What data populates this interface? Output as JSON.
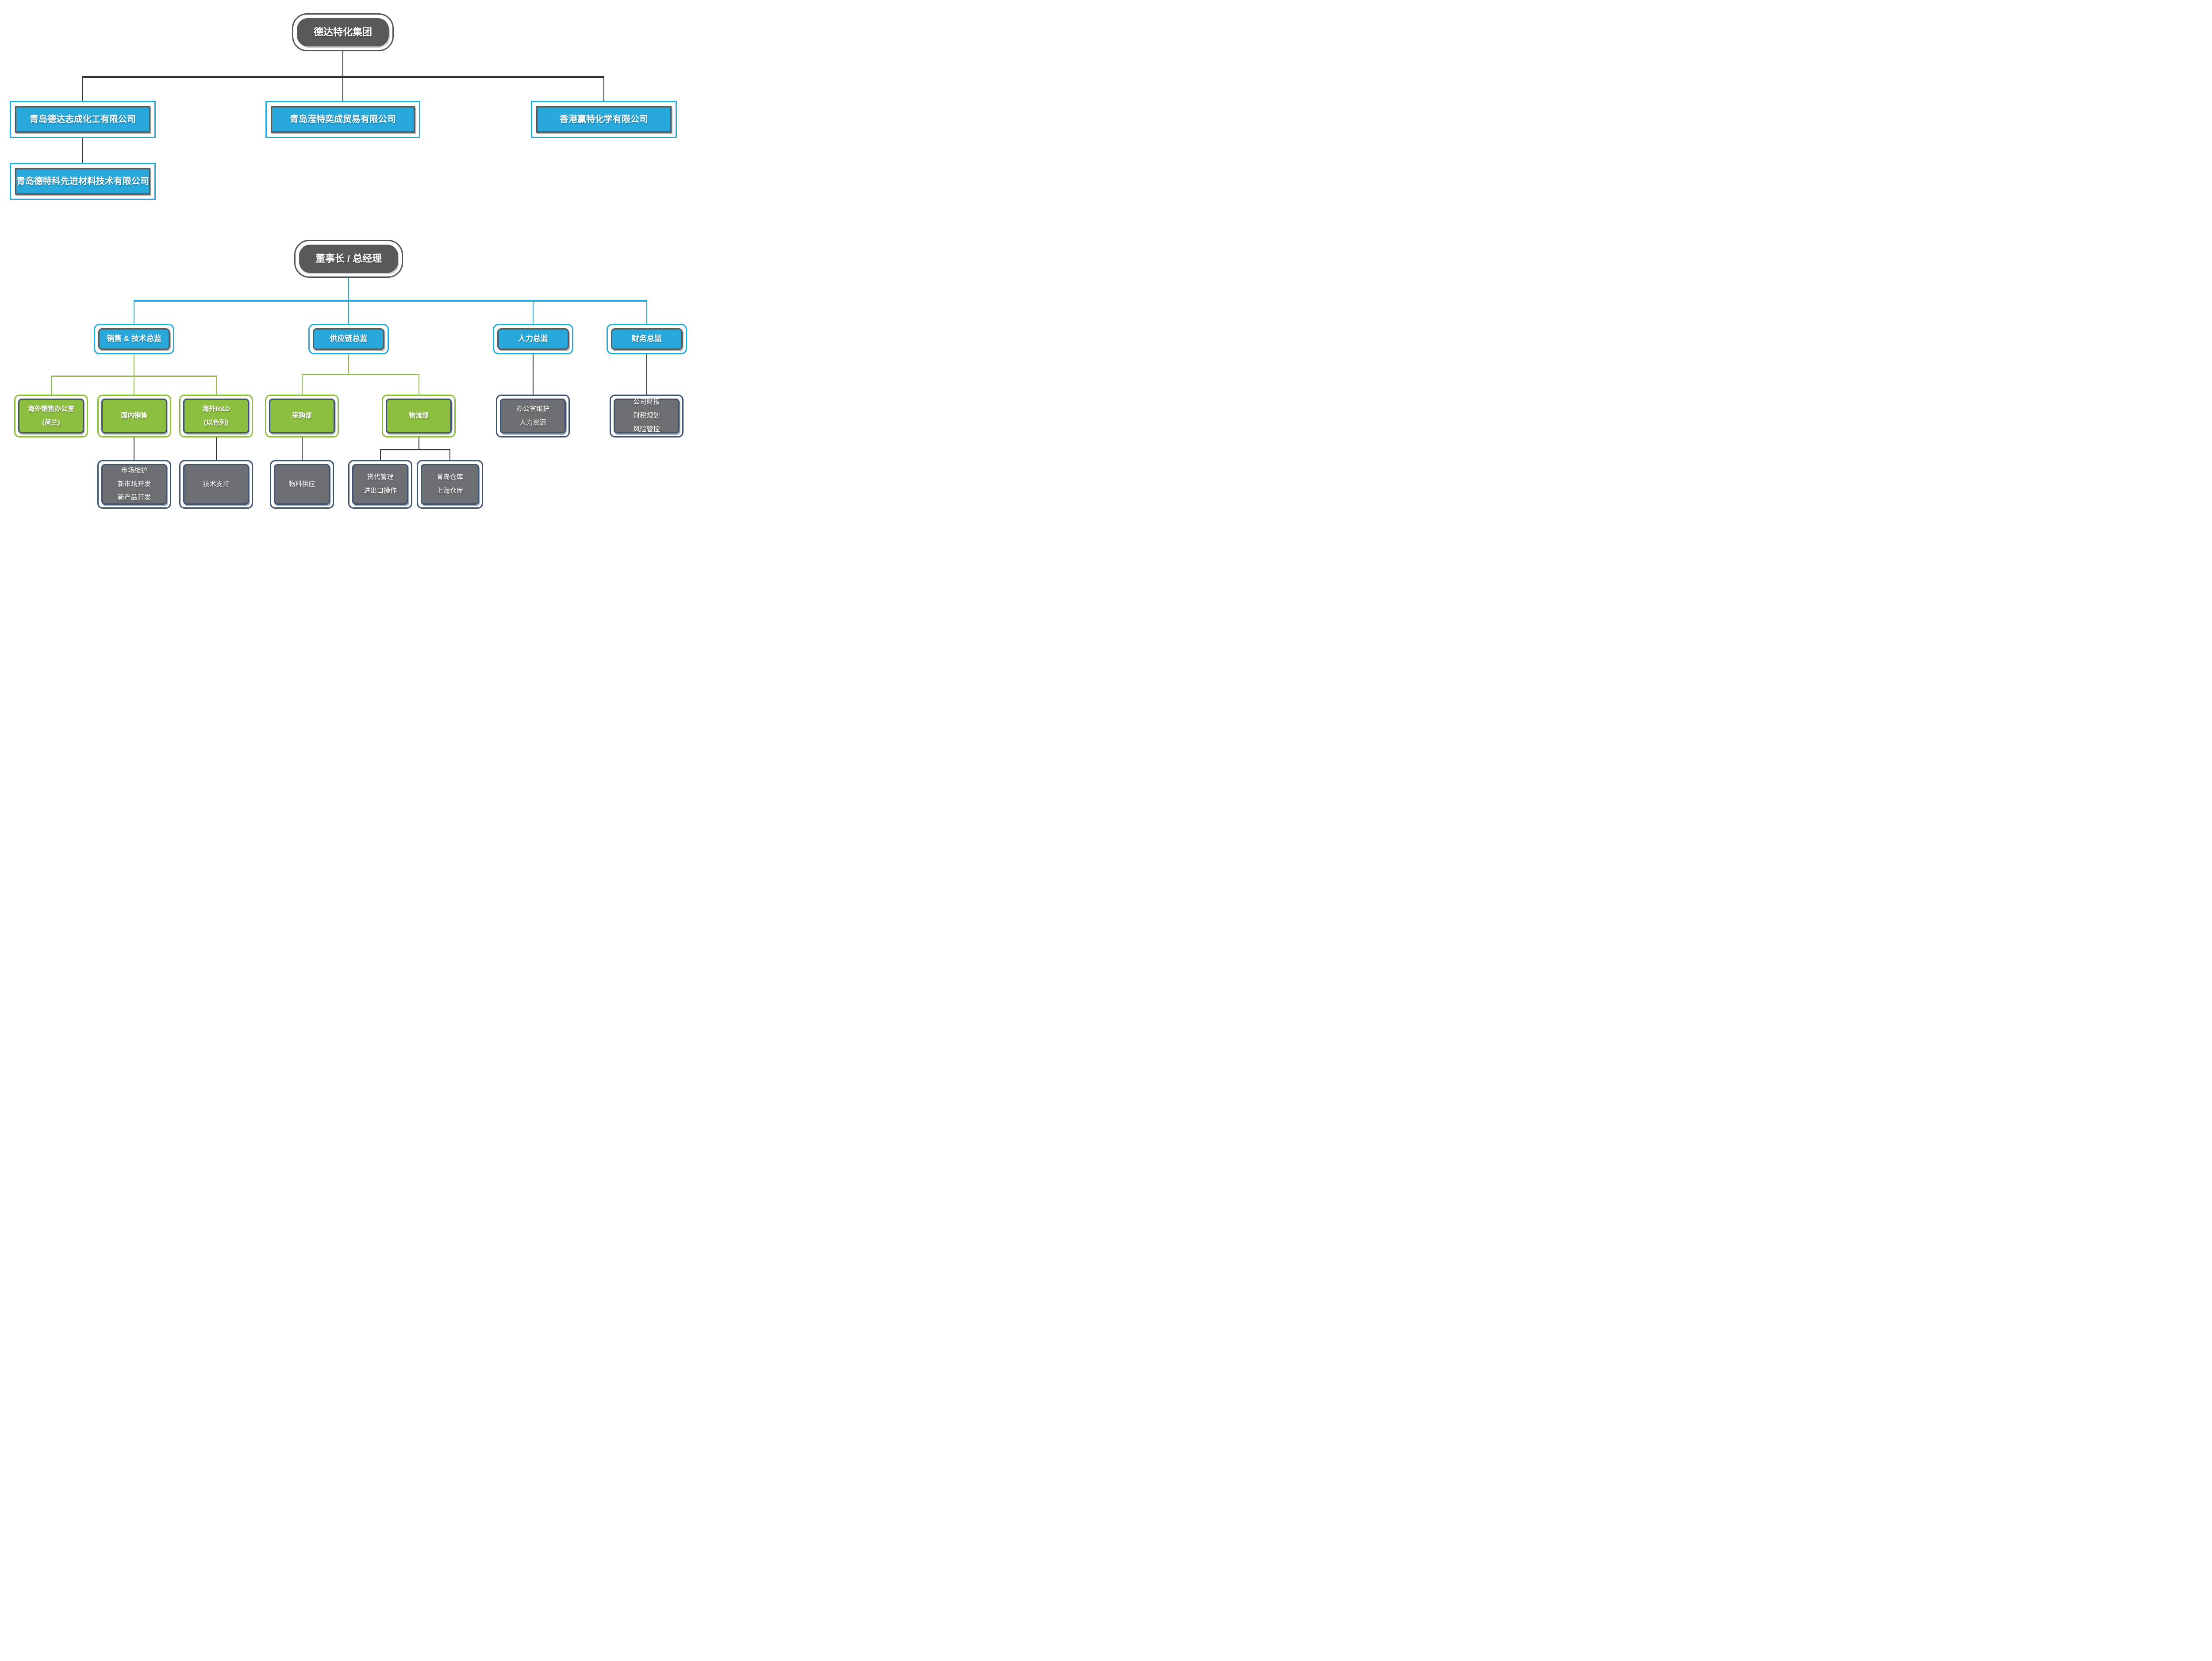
{
  "diagram": {
    "type": "org-chart",
    "colors": {
      "blue": "#29a8dc",
      "green": "#8cbf3f",
      "navy_border": "#3e5470",
      "gray_node": "#58595b",
      "task_fill": "#6d6e71",
      "line_dark": "#333333"
    },
    "nodes": {
      "group_root": "德达特化集团",
      "company_1": "青岛德达志成化工有限公司",
      "company_2": "青岛滢特奕成贸易有限公司",
      "company_3": "香港赢特化学有限公司",
      "company_1_sub": "青岛德特科先进材料技术有限公司",
      "ceo": "董事长 / 总经理",
      "director_sales_tech": "销售 & 技术总监",
      "director_supply_chain": "供应链总监",
      "director_hr": "人力总监",
      "director_finance": "财务总监",
      "dept_overseas_sales": "海外销售办公室\n(荷兰)",
      "dept_domestic_sales": "国内销售",
      "dept_overseas_rd": "海外R&D\n(以色列)",
      "dept_purchasing": "采购部",
      "dept_logistics": "物流部",
      "task_office_hr": "办公室维护\n人力资源",
      "task_finance": "公司财报\n财税规划\n风险管控",
      "task_market": "市场维护\n新市场开发\n新产品开发",
      "task_tech_support": "技术支持",
      "task_material_supply": "物料供应",
      "task_freight": "货代管理\n进出口操作",
      "task_warehouse": "青岛仓库\n上海仓库"
    }
  }
}
